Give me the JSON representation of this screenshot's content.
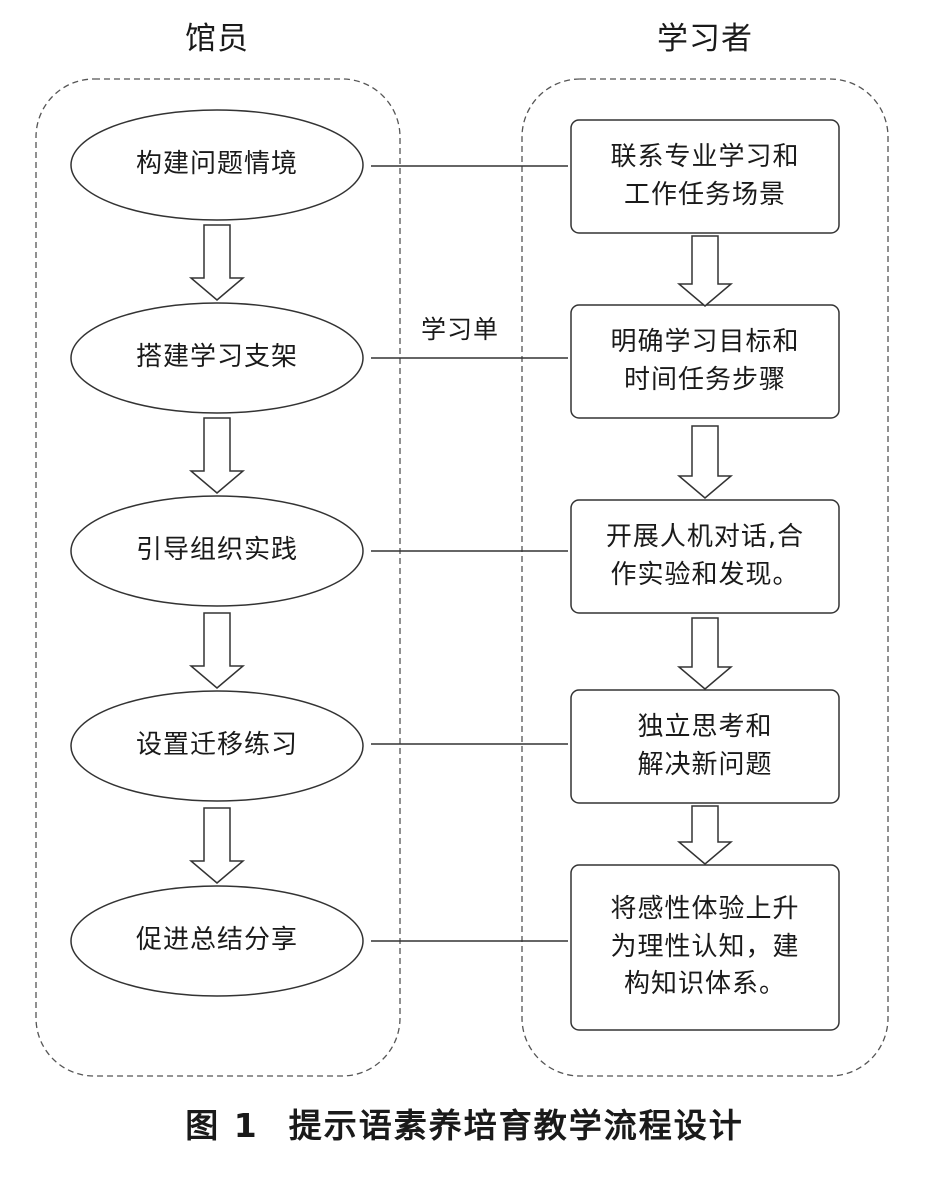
{
  "columns": {
    "left_title": "馆员",
    "right_title": "学习者"
  },
  "librarian_steps": [
    "构建问题情境",
    "搭建学习支架",
    "引导组织实践",
    "设置迁移练习",
    "促进总结分享"
  ],
  "learner_steps": [
    "联系专业学习和\n工作任务场景",
    "明确学习目标和\n时间任务步骤",
    "开展人机对话,合\n作实验和发现。",
    "独立思考和\n解决新问题",
    "将感性体验上升\n为理性认知，建\n构知识体系。"
  ],
  "connector_label": "学习单",
  "caption": {
    "number": "图 1",
    "title": "提示语素养培育教学流程设计"
  }
}
